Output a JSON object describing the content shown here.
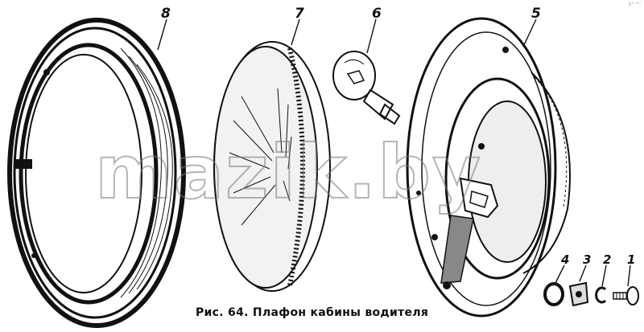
{
  "figure": {
    "caption": "Рис. 64. Плафон кабины водителя",
    "callouts": [
      "8",
      "7",
      "6",
      "5",
      "4",
      "3",
      "2",
      "1"
    ],
    "watermark": "mazik.by",
    "corner_mark": "1ᴮ ⁷⁷⁷"
  },
  "colors": {
    "ink": "#111111",
    "paper": "#ffffff",
    "watermark": "#7a7a7a"
  }
}
